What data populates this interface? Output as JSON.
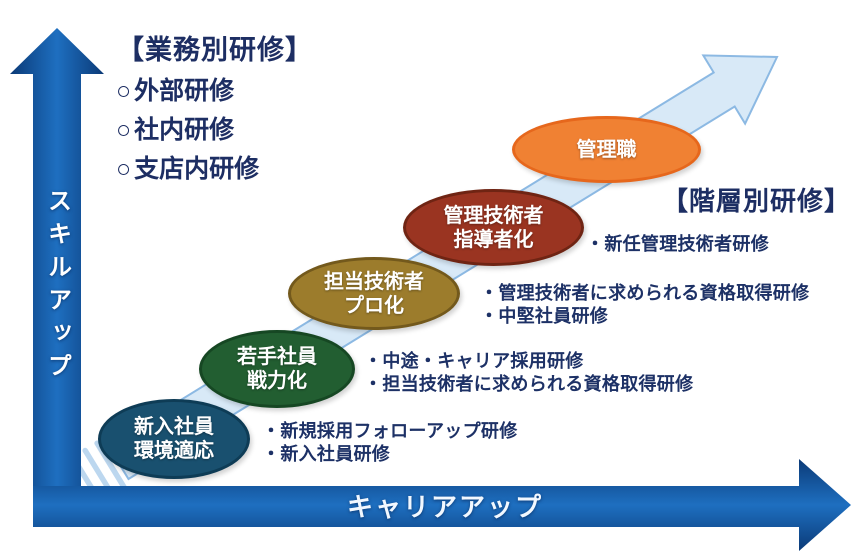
{
  "diagram": {
    "y_axis_label": "スキルアップ",
    "x_axis_label": "キャリアアップ"
  },
  "headings": {
    "business_training": "【業務別研修】",
    "tier_training": "【階層別研修】"
  },
  "business_training_types": {
    "marker": "○",
    "items": [
      "外部研修",
      "社内研修",
      "支店内研修"
    ]
  },
  "bullet_dot": "・",
  "stages": [
    {
      "label_line1": "新入社員",
      "label_line2": "環境適応",
      "fill": "#19506f",
      "border": "#0e3c56",
      "trainings": [
        "新規採用フォローアップ研修",
        "新入社員研修"
      ]
    },
    {
      "label_line1": "若手社員",
      "label_line2": "戦力化",
      "fill": "#225e31",
      "border": "#164723",
      "trainings": [
        "中途・キャリア採用研修",
        "担当技術者に求められる資格取得研修"
      ]
    },
    {
      "label_line1": "担当技術者",
      "label_line2": "プロ化",
      "fill": "#9c7c2c",
      "border": "#73591c",
      "trainings": [
        "管理技術者に求められる資格取得研修",
        "中堅社員研修"
      ]
    },
    {
      "label_line1": "管理技術者",
      "label_line2": "指導者化",
      "fill": "#9a3421",
      "border": "#6f2413",
      "trainings": [
        "新任管理技術者研修"
      ]
    },
    {
      "label_line1": "管理職",
      "fill": "#f08133",
      "border": "#e6671c",
      "trainings": []
    }
  ],
  "colors": {
    "axis_dark": "#0b3a77",
    "axis_mid": "#1e6fc0",
    "diag_fill": "#d8e9f7",
    "diag_stroke": "#8cb9e3",
    "stripe": "#bcd7ef",
    "text_navy": "#1d2e63"
  }
}
